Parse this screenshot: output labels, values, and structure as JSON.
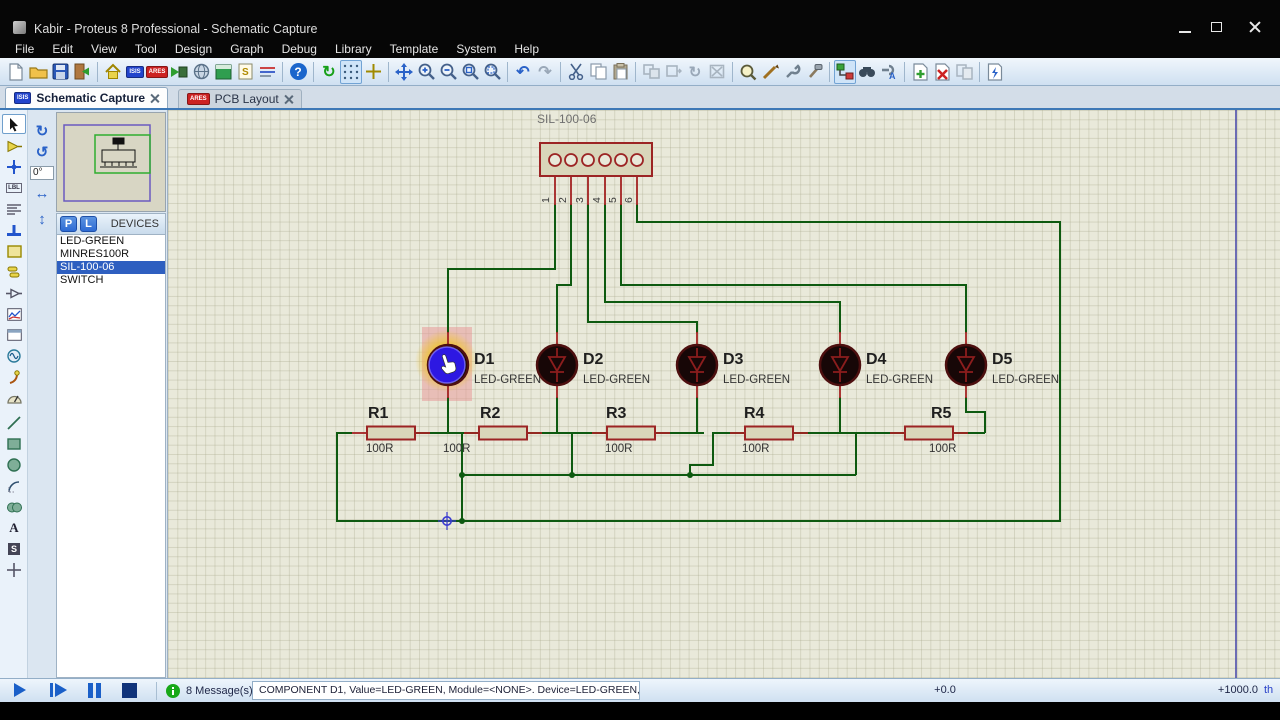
{
  "window": {
    "title": "Kabir - Proteus 8 Professional - Schematic Capture"
  },
  "menu": [
    "File",
    "Edit",
    "View",
    "Tool",
    "Design",
    "Graph",
    "Debug",
    "Library",
    "Template",
    "System",
    "Help"
  ],
  "toolbar": {
    "isis_badge": "ISIS",
    "ares_badge": "ARES",
    "help_glyph": "?",
    "source_letter": "S"
  },
  "tabs": [
    {
      "label": "Schematic Capture"
    },
    {
      "label": "PCB Layout"
    }
  ],
  "sidebar": {
    "rotation": "0°",
    "lbl_tool": "LBL",
    "text_tool": "A",
    "symbol_tool": "S",
    "pick_button": "P",
    "library_button": "L",
    "devices_header": "DEVICES",
    "devices": [
      "LED-GREEN",
      "MINRES100R",
      "SIL-100-06",
      "SWITCH"
    ],
    "selected_device": "SIL-100-06"
  },
  "schematic": {
    "connector": {
      "label": "SIL-100-06",
      "pins": [
        "1",
        "2",
        "3",
        "4",
        "5",
        "6"
      ]
    },
    "leds": [
      {
        "ref": "D1",
        "value": "LED-GREEN"
      },
      {
        "ref": "D2",
        "value": "LED-GREEN"
      },
      {
        "ref": "D3",
        "value": "LED-GREEN"
      },
      {
        "ref": "D4",
        "value": "LED-GREEN"
      },
      {
        "ref": "D5",
        "value": "LED-GREEN"
      }
    ],
    "resistors": [
      {
        "ref": "R1",
        "value": "100R"
      },
      {
        "ref": "R2",
        "value": "100R"
      },
      {
        "ref": "R3",
        "value": "100R"
      },
      {
        "ref": "R4",
        "value": "100R"
      },
      {
        "ref": "R5",
        "value": "100R"
      }
    ]
  },
  "status": {
    "messages": "8 Message(s)",
    "component_info": "COMPONENT D1, Value=LED-GREEN, Module=<NONE>. Device=LED-GREEN, P",
    "coord_x": "+0.0",
    "coord_y": "+1000.0",
    "units": "th"
  },
  "colors": {
    "wire_green": "#0e5a10",
    "component_red": "#9c2424",
    "canvas": "#e9e9da",
    "selection_blue": "#2d18e2",
    "highlight_yellow": "#f2cb4e",
    "accent": "#2e6bd4",
    "selected_row": "#2e5fc0"
  }
}
